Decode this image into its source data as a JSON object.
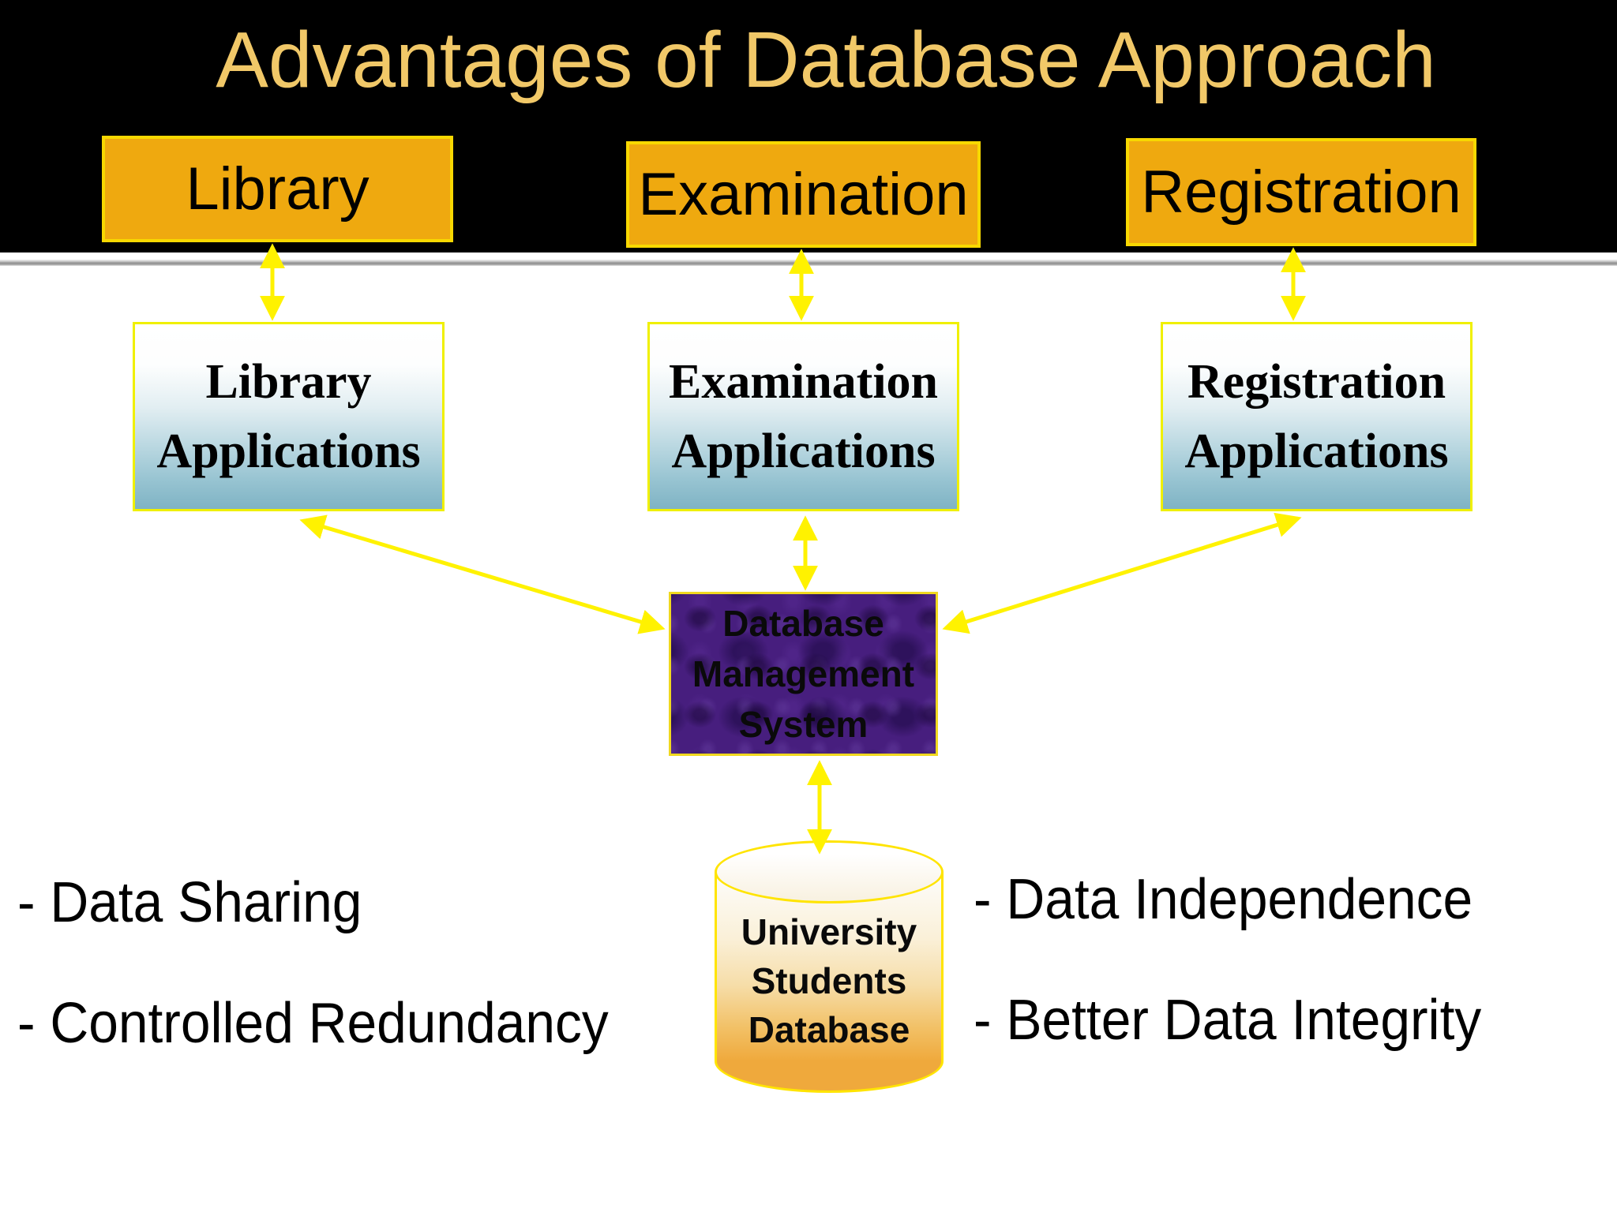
{
  "title": "Advantages of Database Approach",
  "header_boxes": [
    {
      "id": "library",
      "label": "Library"
    },
    {
      "id": "examination",
      "label": "Examination"
    },
    {
      "id": "registration",
      "label": "Registration"
    }
  ],
  "application_boxes": [
    {
      "id": "library-applications",
      "line1": "Library",
      "line2": "Applications"
    },
    {
      "id": "examination-applications",
      "line1": "Examination",
      "line2": "Applications"
    },
    {
      "id": "registration-applications",
      "line1": "Registration",
      "line2": "Applications"
    }
  ],
  "dbms_box": {
    "line1": "Database",
    "line2": "Management",
    "line3": "System"
  },
  "database_cylinder": {
    "line1": "University",
    "line2": "Students",
    "line3": "Database"
  },
  "advantages": {
    "left": [
      "- Data Sharing",
      "- Controlled Redundancy"
    ],
    "right": [
      "- Data Independence",
      "- Better Data Integrity"
    ]
  },
  "colors": {
    "band_background": "#000000",
    "title_text": "#F1C868",
    "header_box_fill": "#EFA90F",
    "header_box_border": "#F8D801",
    "app_box_border": "#F0F001",
    "app_box_gradient_bottom": "#7FB3C4",
    "dbms_fill": "#471E7E",
    "dbms_border": "#F0D820",
    "cylinder_border": "#FFE400",
    "cylinder_gradient_bottom": "#EFA93C",
    "arrow": "#FFF200",
    "body_text": "#000000",
    "separator_gray": "#8F8F8F"
  }
}
